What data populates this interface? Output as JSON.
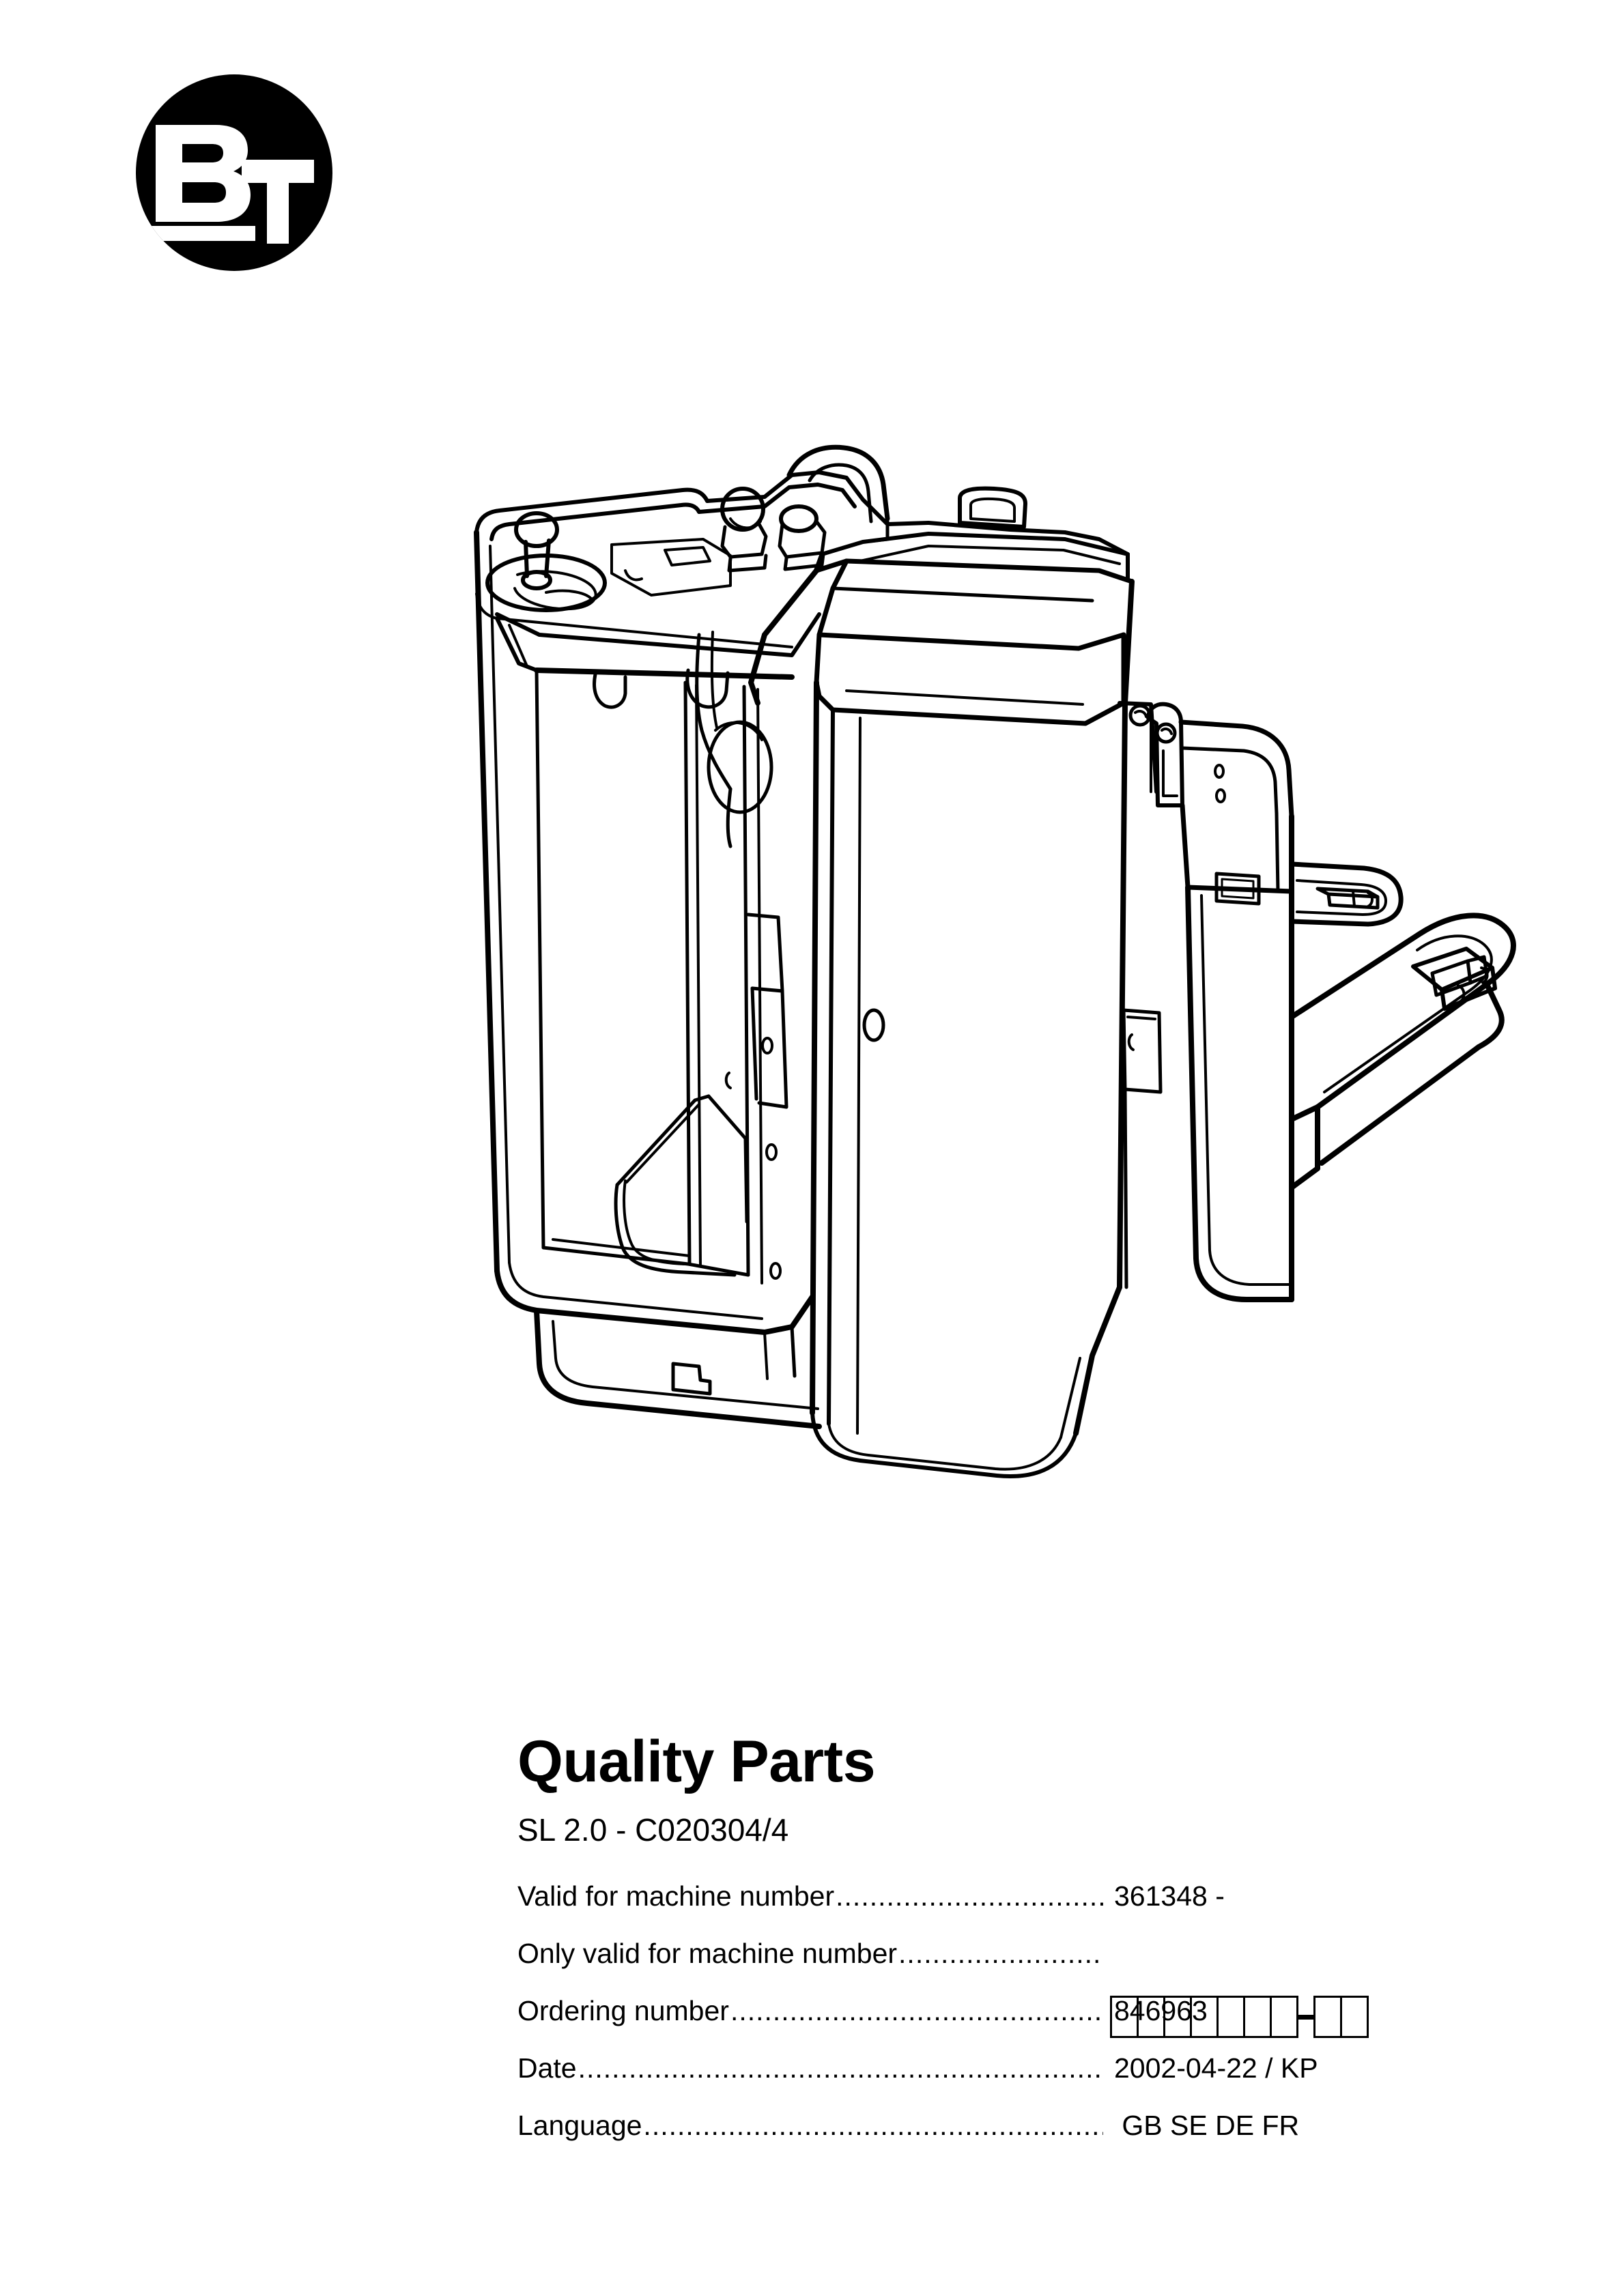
{
  "brand": {
    "logo_name": "bt-logo",
    "logo_letters": "BT",
    "logo_color": "#000000"
  },
  "illustration": {
    "name": "pallet-truck-line-drawing",
    "subject": "BT SL 2.0 powered pallet truck / order picker",
    "style": "technical line art, black outline on white"
  },
  "document": {
    "title": "Quality Parts",
    "subtitle": "SL 2.0 - C020304/4"
  },
  "specs": [
    {
      "label": "Valid for machine number",
      "leader": "....................................................................",
      "value": "361348 -",
      "type": "text"
    },
    {
      "label": "Only valid for machine number",
      "leader": "............................................................",
      "value": "",
      "type": "boxes",
      "boxes_group1": 7,
      "boxes_group2": 2,
      "separator": "-"
    },
    {
      "label": "Ordering number ",
      "leader": ".................................................................",
      "value": "846963",
      "type": "text"
    },
    {
      "label": "Date",
      "leader": "..............................................................................",
      "value": "2002-04-22 / KP",
      "type": "text"
    },
    {
      "label": "Language",
      "leader": "......................................................................",
      "value": " GB SE DE FR",
      "type": "text"
    }
  ],
  "colors": {
    "page_background": "#ffffff",
    "ink": "#000000"
  }
}
